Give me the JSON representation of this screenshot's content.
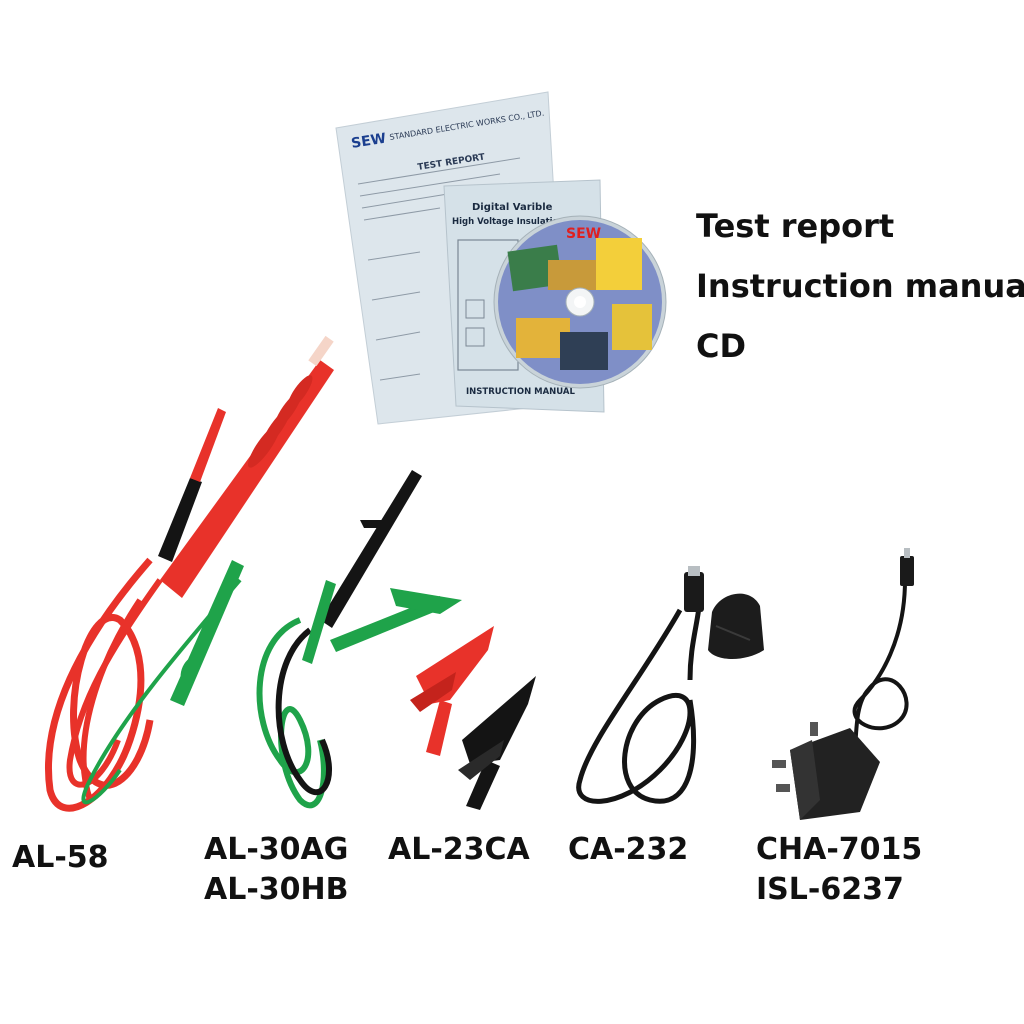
{
  "documents": {
    "labels": [
      "Test report",
      "Instruction manual",
      "CD"
    ],
    "report": {
      "brand": "SEW",
      "company": "STANDARD ELECTRIC WORKS CO., LTD.",
      "title": "TEST REPORT"
    },
    "manual": {
      "title_line1": "Digital Varible",
      "title_line2": "High Voltage Insulation Tester",
      "footer": "INSTRUCTION MANUAL"
    },
    "cd": {
      "brand": "SEW"
    }
  },
  "accessories": [
    {
      "lines": [
        "AL-58"
      ]
    },
    {
      "lines": [
        "AL-30AG",
        "AL-30HB"
      ]
    },
    {
      "lines": [
        "AL-23CA"
      ]
    },
    {
      "lines": [
        "CA-232"
      ]
    },
    {
      "lines": [
        "CHA-7015",
        "ISL-6237"
      ]
    }
  ],
  "colors": {
    "red_lead": "#e8322a",
    "green_lead": "#1fa34a",
    "black_lead": "#141414",
    "paper": "#dde6ec",
    "label_text": "#111111"
  }
}
